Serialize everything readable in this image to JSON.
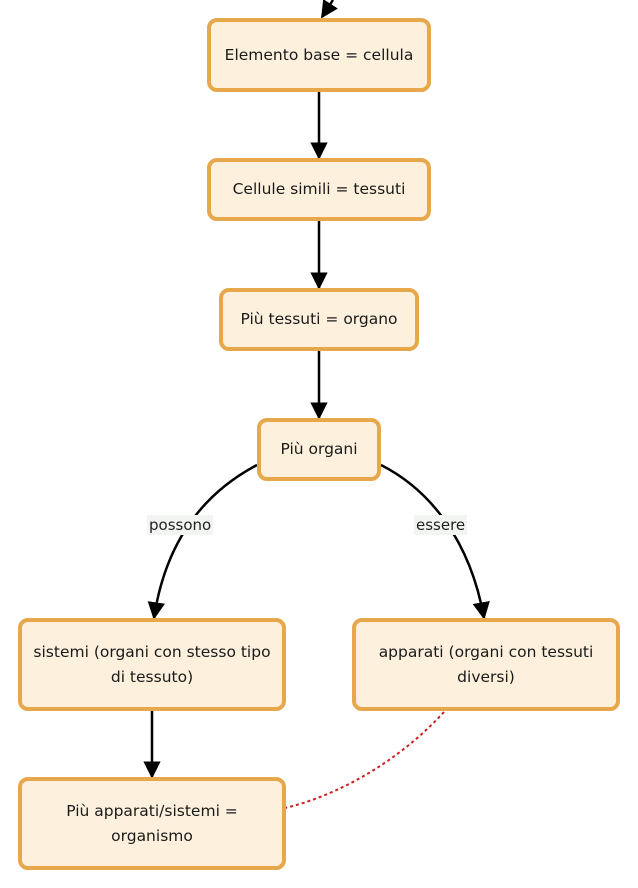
{
  "nodes": {
    "cellula": "Elemento base = cellula",
    "tessuti": "Cellule simili = tessuti",
    "organo": "Più tessuti = organo",
    "organi": "Più organi",
    "sistemi": "sistemi (organi con stesso tipo di tessuto)",
    "apparati": "apparati (organi con tessuti diversi)",
    "organismo": "Più apparati/sistemi = organismo"
  },
  "edge_labels": {
    "possono": "possono",
    "essere": "essere"
  },
  "colors": {
    "node_fill": "#fdf1de",
    "node_border": "#e6a84a",
    "edge": "#000000",
    "dashed_link": "#cc1f1f"
  }
}
